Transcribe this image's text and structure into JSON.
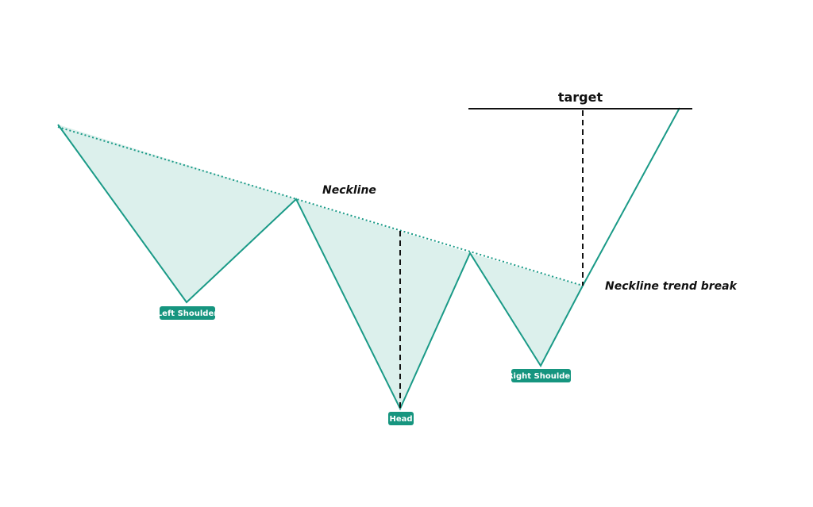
{
  "colors": {
    "accent": "#1a9a87",
    "fill": "#dcf0ec",
    "badge": "#16957f",
    "ink": "#111111"
  },
  "labels": {
    "target": "target",
    "neckline": "Neckline",
    "neckline_break": "Neckline trend break",
    "left_shoulder": "Left Shoulder",
    "head": "Head",
    "right_shoulder": "Right Shoulder"
  }
}
